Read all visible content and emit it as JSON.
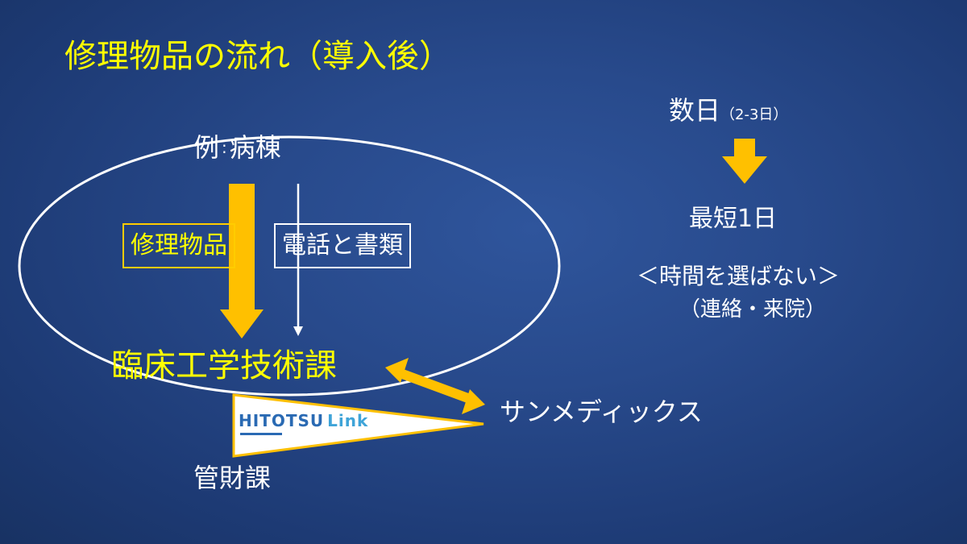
{
  "title": "修理物品の流れ（導入後）",
  "ward": {
    "label": "例",
    "separator": ":",
    "name": "病棟"
  },
  "repair_items_label": "修理物品",
  "phone_docs_label": "電話と書類",
  "dept_label": "臨床工学技術課",
  "vendor_label": "サンメディックス",
  "finance_label": "管財課",
  "logo": {
    "main": "HITOTSU",
    "sub": "Link"
  },
  "timing": {
    "days": "数日",
    "days_detail": "（2-3日）",
    "shortest": "最短1日",
    "anytime": "＜時間を選ばない＞",
    "contact": "（連絡・来院）"
  },
  "colors": {
    "background": "#284a8c",
    "accent_yellow": "#ffff00",
    "arrow_gold": "#ffc000",
    "outline_white": "#ffffff",
    "logo_blue": "#2a6ab3"
  },
  "icons": {
    "flow_arrow": "down-arrow-icon",
    "exchange_arrow": "double-arrow-icon",
    "logo_pennant": "pennant-logo"
  }
}
